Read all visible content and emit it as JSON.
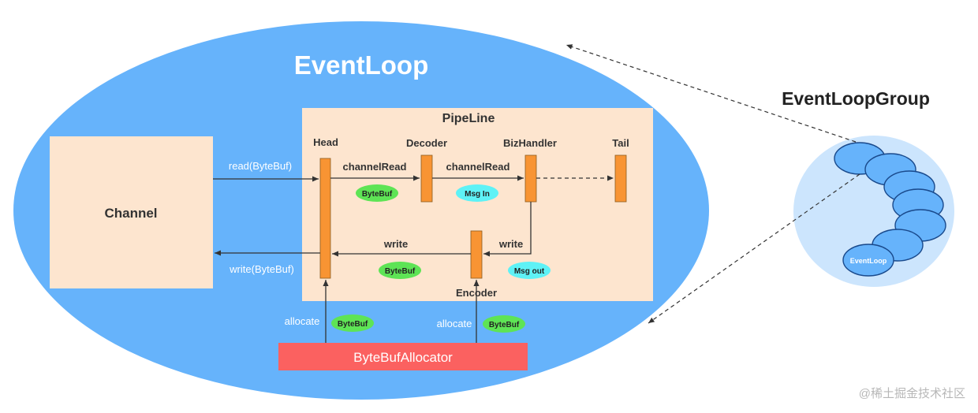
{
  "event_loop": {
    "title": "EventLoop"
  },
  "channel": {
    "label": "Channel"
  },
  "pipeline": {
    "title": "PipeLine"
  },
  "handlers": {
    "head": "Head",
    "decoder": "Decoder",
    "biz": "BizHandler",
    "tail": "Tail",
    "encoder": "Encoder"
  },
  "edges": {
    "read": "read(ByteBuf)",
    "write_out": "write(ByteBuf)",
    "channel_read_1": "channelRead",
    "channel_read_2": "channelRead",
    "write_1": "write",
    "write_2": "write",
    "allocate_1": "allocate",
    "allocate_2": "allocate"
  },
  "badges": {
    "bytebuf_1": "ByteBuf",
    "msg_in": "Msg In",
    "bytebuf_2": "ByteBuf",
    "msg_out": "Msg out",
    "bytebuf_3": "ByteBuf",
    "bytebuf_4": "ByteBuf"
  },
  "allocator": {
    "label": "ByteBufAllocator"
  },
  "group": {
    "title": "EventLoopGroup",
    "item_label": "EventLoop"
  },
  "watermark": "@稀土掘金技术社区",
  "colors": {
    "event_loop_fill": "#66b3fb",
    "pipeline_fill": "#fde5cf",
    "handler_fill": "#f89433",
    "allocator_fill": "#fb6160",
    "badge_green": "#5ee455",
    "badge_cyan": "#5ef2f6",
    "group_fill": "#cce5fd"
  }
}
